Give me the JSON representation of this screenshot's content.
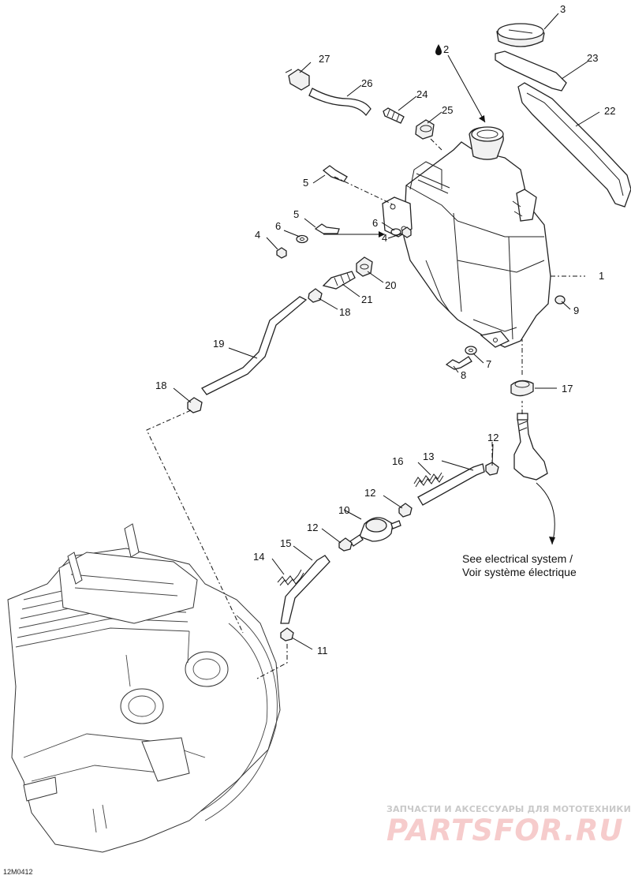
{
  "diagram": {
    "drawing_code": "12M0412",
    "note_lines": [
      "See electrical system /",
      "Voir système électrique"
    ],
    "fill_symbol": "oil-drop-icon",
    "callouts": {
      "c1": "1",
      "c2": "2",
      "c3": "3",
      "c4a": "4",
      "c4b": "4",
      "c5a": "5",
      "c5b": "5",
      "c6a": "6",
      "c6b": "6",
      "c7": "7",
      "c8": "8",
      "c9": "9",
      "c10": "10",
      "c11": "11",
      "c12a": "12",
      "c12b": "12",
      "c12c": "12",
      "c13": "13",
      "c14": "14",
      "c15": "15",
      "c16": "16",
      "c17": "17",
      "c18a": "18",
      "c18b": "18",
      "c19": "19",
      "c20": "20",
      "c21": "21",
      "c22": "22",
      "c23": "23",
      "c24": "24",
      "c25": "25",
      "c26": "26",
      "c27": "27"
    }
  },
  "watermark": {
    "tagline": "ЗАПЧАСТИ И АКСЕССУАРЫ ДЛЯ МОТОТЕХНИКИ",
    "logo": "PARTSFOR.RU",
    "colors": {
      "tagline": "#c9c9c9",
      "logo": "#f6cccc"
    }
  }
}
